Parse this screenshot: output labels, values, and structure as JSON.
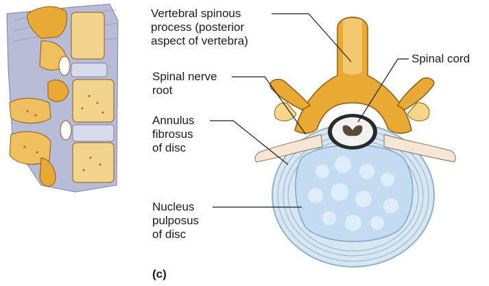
{
  "figure": {
    "panel_label": "(c)",
    "labels": {
      "vertebral_spinous_process": "Vertebral spinous\nprocess (posterior\naspect of vertebra)",
      "spinal_cord": "Spinal cord",
      "spinal_nerve_root": "Spinal nerve\nroot",
      "annulus_fibrosus": "Annulus\nfibrosus\nof disc",
      "nucleus_pulposus": "Nucleus\npulposus\nof disc"
    },
    "colors": {
      "bone": "#e9a935",
      "bone_light": "#f6d68a",
      "bone_dark": "#b97a17",
      "disc_outer": "#d8e6f2",
      "disc_ring": "#9ab8d2",
      "nucleus": "#c3dcf2",
      "ligament": "#b8bcd6",
      "nerve": "#f5e6d6",
      "leader_line": "#1a1a1a"
    }
  }
}
